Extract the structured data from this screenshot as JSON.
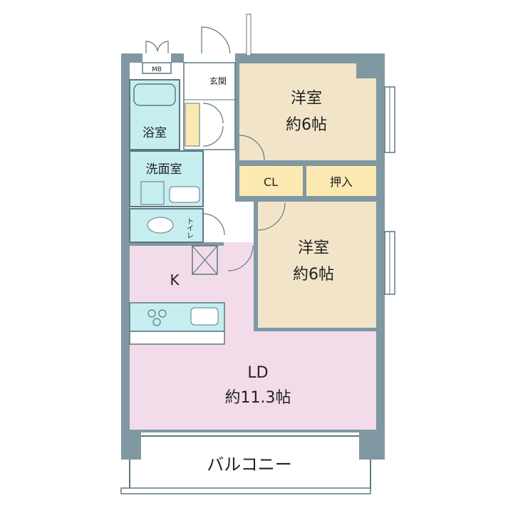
{
  "rooms": {
    "western1": {
      "name": "洋室",
      "size": "約6帖"
    },
    "western2": {
      "name": "洋室",
      "size": "約6帖"
    },
    "closet": "CL",
    "oshiire": "押入",
    "bath": "浴室",
    "washroom": "洗面室",
    "toilet": "トイレ",
    "entrance": "玄関",
    "mb": "MB",
    "kitchen": "K",
    "ld": {
      "name": "LD",
      "size": "約11.3帖"
    },
    "balcony": "バルコニー"
  },
  "colors": {
    "wall": "#7f98a2",
    "wet": "#c6eef1",
    "western": "#f2e4c9",
    "storage": "#fbe9b1",
    "ld": "#f2dcea"
  }
}
